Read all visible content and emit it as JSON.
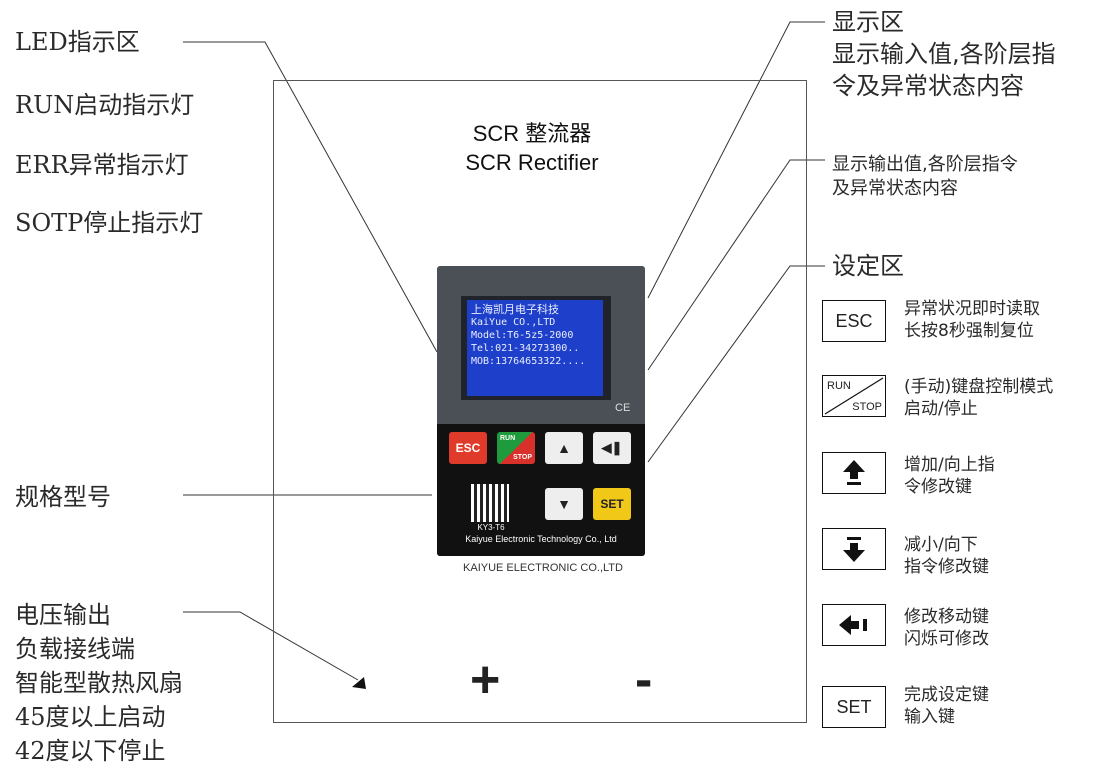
{
  "left_labels": {
    "led": "LED指示区",
    "run": "RUN启动指示灯",
    "err": "ERR异常指示灯",
    "stop": "SOTP停止指示灯",
    "model": "规格型号",
    "output": [
      "电压输出",
      "负载接线端",
      "智能型散热风扇",
      "45度以上启动",
      "42度以下停止"
    ]
  },
  "right_labels": {
    "display_area": [
      "显示区",
      "显示输入值,各阶层指",
      "令及异常状态内容"
    ],
    "display_output": [
      "显示输出值,各阶层指令",
      "及异常状态内容"
    ],
    "setting_area": "设定区"
  },
  "panel": {
    "title_cn": "SCR 整流器",
    "title_en": "SCR Rectifier",
    "company": "KAIYUE ELECTRONIC CO.,LTD",
    "terminal_plus": "+",
    "terminal_minus": "-"
  },
  "device": {
    "lcd_lines": [
      "上海凯月电子科技",
      "KaiYue  CO.,LTD",
      "Model:T6-5z5-2000",
      "Tel:021-34273300..",
      "MOB:13764653322...."
    ],
    "ce_mark": "CE",
    "qr_label": "KY3-T6",
    "brand": "Kaiyue Electronic Technology Co., Ltd",
    "keys": {
      "esc": "ESC",
      "run": "RUN",
      "stop": "STOP",
      "set": "SET"
    }
  },
  "legend": [
    {
      "key": "ESC",
      "icon": "esc-key",
      "lines": [
        "异常状况即时读取",
        "长按8秒强制复位"
      ]
    },
    {
      "key_top": "RUN",
      "key_bottom": "STOP",
      "icon": "run-stop-key",
      "lines": [
        "(手动)键盘控制模式",
        "启动/停止"
      ]
    },
    {
      "icon": "up-arrow-key",
      "lines": [
        "增加/向上指",
        "令修改键"
      ]
    },
    {
      "icon": "down-arrow-key",
      "lines": [
        "减小/向下",
        "指令修改键"
      ]
    },
    {
      "icon": "left-shift-key",
      "lines": [
        "修改移动键",
        "闪烁可修改"
      ]
    },
    {
      "key": "SET",
      "icon": "set-key",
      "lines": [
        "完成设定键",
        "输入键"
      ]
    }
  ],
  "colors": {
    "esc_key": "#e03b2a",
    "run_key": "#1f9a3c",
    "stop_key": "#d8302a",
    "set_key": "#f2c818",
    "lcd_bg": "#1e3fc9",
    "device_body": "#4b4f56"
  }
}
